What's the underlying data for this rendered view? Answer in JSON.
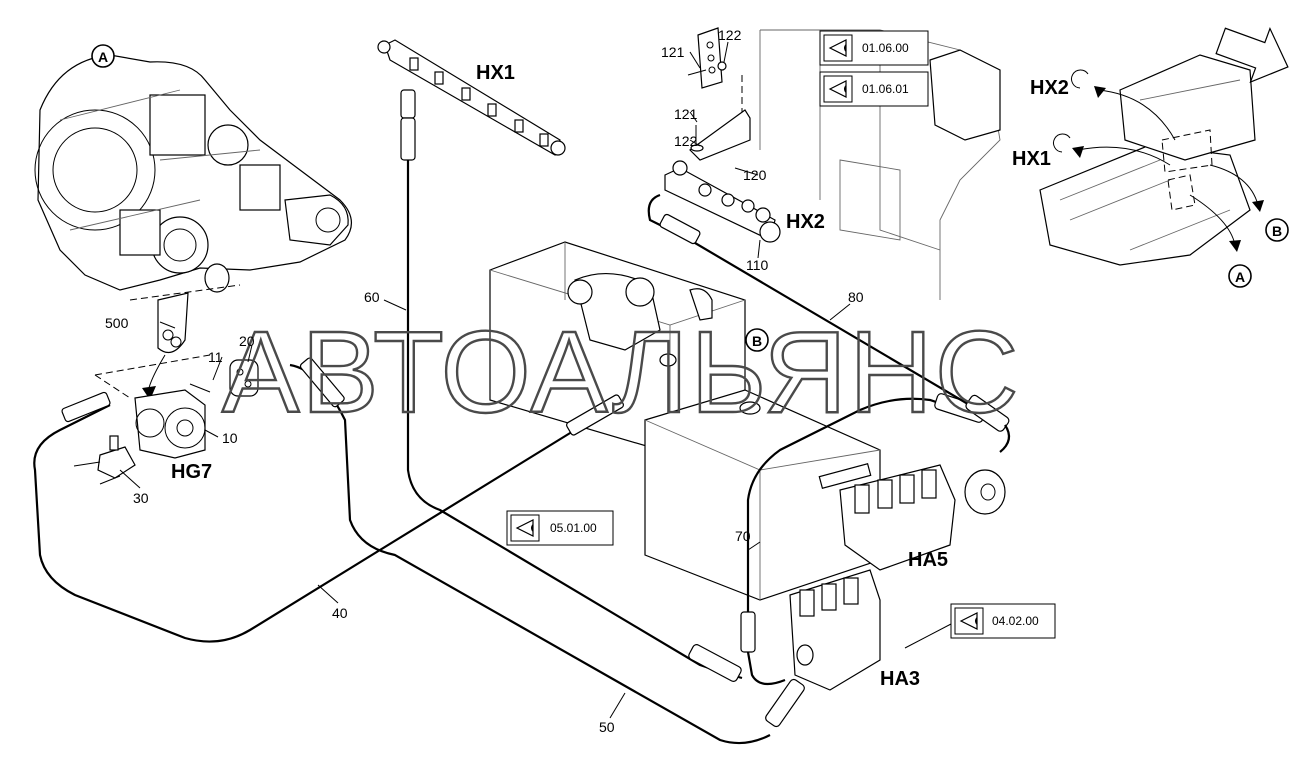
{
  "watermark": "АВТОАЛЬЯНС",
  "callouts": {
    "a": "A",
    "b": "B"
  },
  "components": {
    "hx1": "HX1",
    "hx2": "HX2",
    "hg7": "HG7",
    "ha5": "HA5",
    "ha3": "HA3"
  },
  "parts": {
    "p10": "10",
    "p11": "11",
    "p20": "20",
    "p30": "30",
    "p40": "40",
    "p50": "50",
    "p60": "60",
    "p70": "70",
    "p80": "80",
    "p110": "110",
    "p120": "120",
    "p121a": "121",
    "p121b": "121",
    "p122a": "122",
    "p122b": "122",
    "p500": "500"
  },
  "references": [
    {
      "code": "01.06.00"
    },
    {
      "code": "01.06.01"
    },
    {
      "code": "05.01.00"
    },
    {
      "code": "04.02.00"
    }
  ],
  "colors": {
    "line": "#000000",
    "watermark": "#4a4a4a",
    "paper": "#ffffff"
  }
}
